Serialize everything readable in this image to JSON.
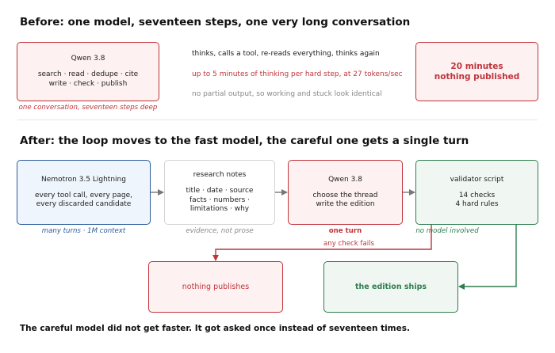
{
  "before": {
    "title": "Before: one model, seventeen steps, one very long conversation",
    "model_box": {
      "title": "Qwen 3.8",
      "line1": "search · read · dedupe · cite",
      "line2": "write · check · publish"
    },
    "model_caption": "one conversation, seventeen steps deep",
    "notes": [
      "thinks, calls a tool, re-reads everything, thinks again",
      "up to 5 minutes of thinking per hard step, at 27 tokens/sec",
      "no partial output, so working and stuck look identical"
    ],
    "result_box": {
      "line1": "20 minutes",
      "line2": "nothing published"
    }
  },
  "after": {
    "title": "After: the loop moves to the fast model, the careful one gets a single turn",
    "fast_box": {
      "title": "Nemotron 3.5 Lightning",
      "line1": "every tool call, every page,",
      "line2": "every discarded candidate"
    },
    "fast_caption": "many turns · 1M context",
    "notes_box": {
      "title": "research notes",
      "line1": "title · date · source",
      "line2": "facts · numbers ·",
      "line3": "limitations · why"
    },
    "notes_caption": "evidence, not prose",
    "careful_box": {
      "title": "Qwen 3.8",
      "line1": "choose the thread",
      "line2": "write the edition"
    },
    "careful_caption": "one turn",
    "validator_box": {
      "title": "validator script",
      "line1": "14 checks",
      "line2": "4 hard rules"
    },
    "validator_caption": "no model involved",
    "fail_label": "any check fails",
    "fail_box": "nothing publishes",
    "ship_box": "the edition ships"
  },
  "footer": "The careful model did not get faster. It got asked once instead of seventeen times.",
  "colors": {
    "red": "#c0343b",
    "blue": "#2a5c9a",
    "green": "#2e7d4f",
    "grey_arrow": "#777777"
  }
}
